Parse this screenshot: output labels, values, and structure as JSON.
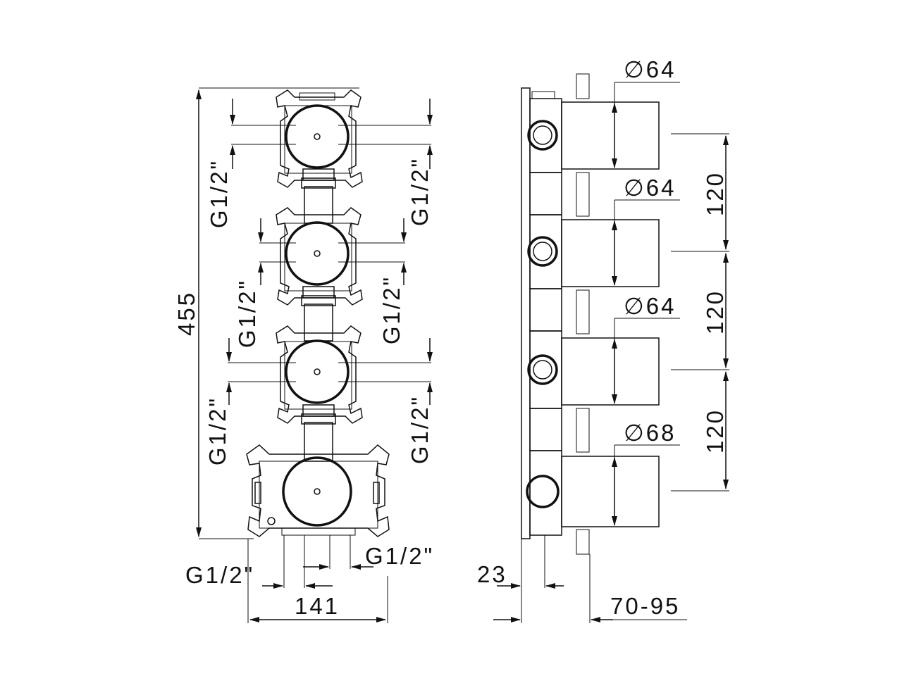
{
  "front_view": {
    "overall_height": "455",
    "overall_width": "141",
    "connections": {
      "left_1": "G1/2\"",
      "right_1": "G1/2\"",
      "left_2": "G1/2\"",
      "right_2": "G1/2\"",
      "left_3": "G1/2\"",
      "right_3": "G1/2\"",
      "bottom_left": "G1/2\"",
      "bottom_right": "G1/2\""
    }
  },
  "side_view": {
    "diameters": [
      "∅64",
      "∅64",
      "∅64",
      "∅68"
    ],
    "spacings": [
      "120",
      "120",
      "120"
    ],
    "depth_body": "23",
    "wall_range": "70-95"
  }
}
